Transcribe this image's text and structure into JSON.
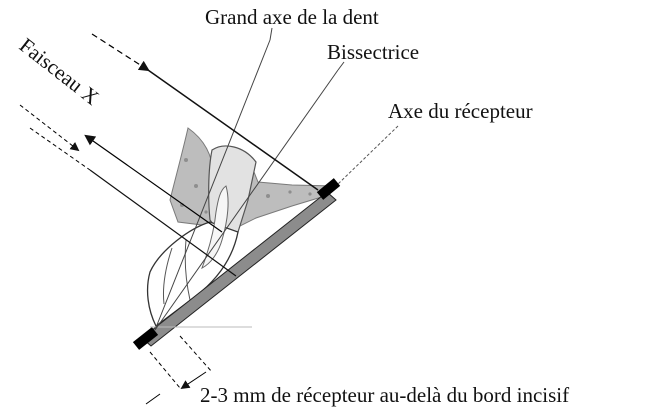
{
  "diagram": {
    "labels": {
      "tooth_axis": "Grand axe de la dent",
      "bisector": "Bissectrice",
      "receptor_axis": "Axe du récepteur",
      "beam": "Faisceau X",
      "margin_note": "2-3 mm de récepteur au-delà du bord incisif"
    }
  }
}
